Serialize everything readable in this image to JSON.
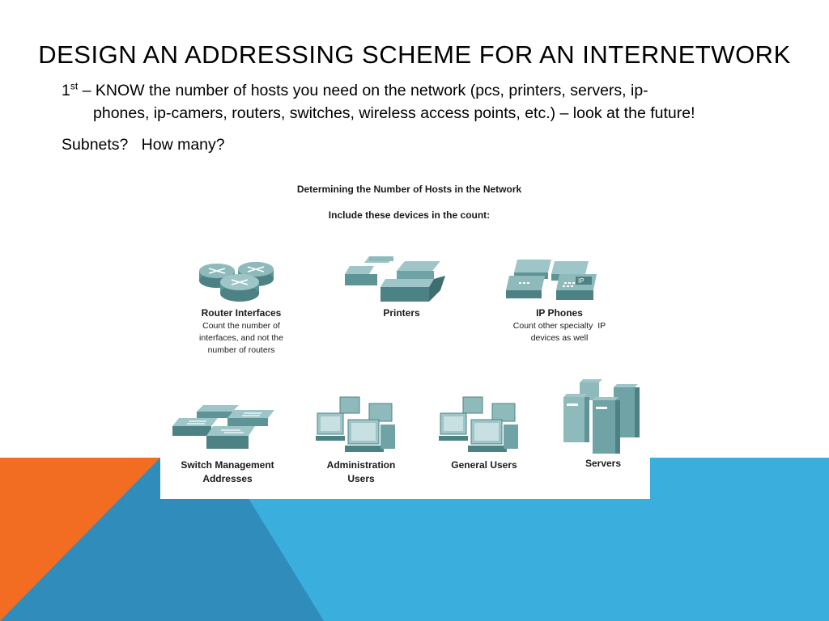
{
  "slide": {
    "title": "DESIGN AN ADDRESSING SCHEME FOR AN INTERNETWORK",
    "bullet1": {
      "number": "1",
      "superscript": "st",
      "line1": " – KNOW the number of hosts you need on the network (pcs, printers, servers, ip-",
      "line2": "phones, ip-camers, routers, switches, wireless access points, etc.) – look at the future!"
    },
    "bullet2": "Subnets?   How many?"
  },
  "figure": {
    "title": "Determining the Number of Hosts in the Network",
    "subtitle": "Include these devices in the count:",
    "devices": [
      {
        "icon": "router-icon",
        "label": "Router Interfaces",
        "desc_lines": [
          "Count the number of",
          "interfaces, and not the",
          "number of routers"
        ]
      },
      {
        "icon": "printer-icon",
        "label": "Printers"
      },
      {
        "icon": "ip-phone-icon",
        "label": "IP Phones",
        "desc_lines": [
          "Count other specialty  IP",
          "devices as well"
        ],
        "icon_text": "IP"
      },
      {
        "icon": "switch-icon",
        "label_lines": [
          "Switch Management",
          "Addresses"
        ]
      },
      {
        "icon": "workstation-icon",
        "label_lines": [
          "Administration",
          "Users"
        ]
      },
      {
        "icon": "workstation-icon",
        "label": "General Users"
      },
      {
        "icon": "server-icon",
        "label": "Servers"
      }
    ]
  },
  "colors": {
    "orange": "#f26c21",
    "blue": "#3aaedd",
    "dark_blue": "#2f8cbb",
    "device_teal": "#6fa3a6",
    "device_dark": "#4d8285"
  }
}
